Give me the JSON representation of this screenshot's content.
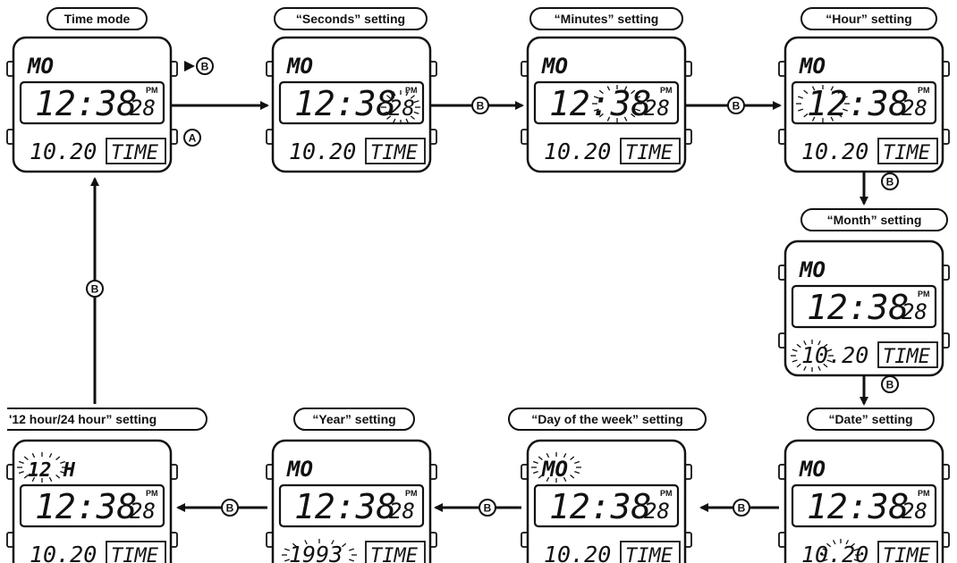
{
  "modes": [
    {
      "id": "time",
      "label": "Time mode",
      "day": "MO",
      "hm": "12:38",
      "sec": "28",
      "pm": "PM",
      "date": "10.20",
      "mode_word": "TIME",
      "blink": null
    },
    {
      "id": "seconds",
      "label": "“Seconds” setting",
      "day": "MO",
      "hm": "12:38",
      "sec": "28",
      "pm": "PM",
      "date": "10.20",
      "mode_word": "TIME",
      "blink": "seconds"
    },
    {
      "id": "minutes",
      "label": "“Minutes” setting",
      "day": "MO",
      "hm": "12:38",
      "sec": "28",
      "pm": "PM",
      "date": "10.20",
      "mode_word": "TIME",
      "blink": "minutes"
    },
    {
      "id": "hour",
      "label": "“Hour” setting",
      "day": "MO",
      "hm": "12:38",
      "sec": "28",
      "pm": "PM",
      "date": "10.20",
      "mode_word": "TIME",
      "blink": "hour"
    },
    {
      "id": "month",
      "label": "“Month” setting",
      "day": "MO",
      "hm": "12:38",
      "sec": "28",
      "pm": "PM",
      "date": "10.20",
      "mode_word": "TIME",
      "blink": "month"
    },
    {
      "id": "date",
      "label": "“Date” setting",
      "day": "MO",
      "hm": "12:38",
      "sec": "28",
      "pm": "PM",
      "date": "10.20",
      "mode_word": "TIME",
      "blink": "date"
    },
    {
      "id": "dow",
      "label": "“Day of the week” setting",
      "day": "MO",
      "hm": "12:38",
      "sec": "28",
      "pm": "PM",
      "date": "10.20",
      "mode_word": "TIME",
      "blink": "day"
    },
    {
      "id": "year",
      "label": "“Year” setting",
      "day": "MO",
      "hm": "12:38",
      "sec": "28",
      "pm": "PM",
      "date": "1993",
      "mode_word": "TIME",
      "blink": "year"
    },
    {
      "id": "hour12_24",
      "label": "'12 hour/24 hour” setting",
      "day": "12 H",
      "hm": "12:38",
      "sec": "28",
      "pm": "PM",
      "date": "10.20",
      "mode_word": "TIME",
      "blink": "day"
    }
  ],
  "buttons": {
    "b": "B",
    "a": "A"
  },
  "transitions": [
    {
      "from": "time",
      "to": "seconds",
      "button": ""
    },
    {
      "from": "seconds",
      "to": "minutes",
      "button": "B"
    },
    {
      "from": "minutes",
      "to": "hour",
      "button": "B"
    },
    {
      "from": "hour",
      "to": "month",
      "button": "B"
    },
    {
      "from": "month",
      "to": "date",
      "button": "B"
    },
    {
      "from": "date",
      "to": "dow",
      "button": "B"
    },
    {
      "from": "dow",
      "to": "year",
      "button": "B"
    },
    {
      "from": "year",
      "to": "hour12_24",
      "button": "B"
    },
    {
      "from": "hour12_24",
      "to": "time",
      "button": "B"
    }
  ]
}
